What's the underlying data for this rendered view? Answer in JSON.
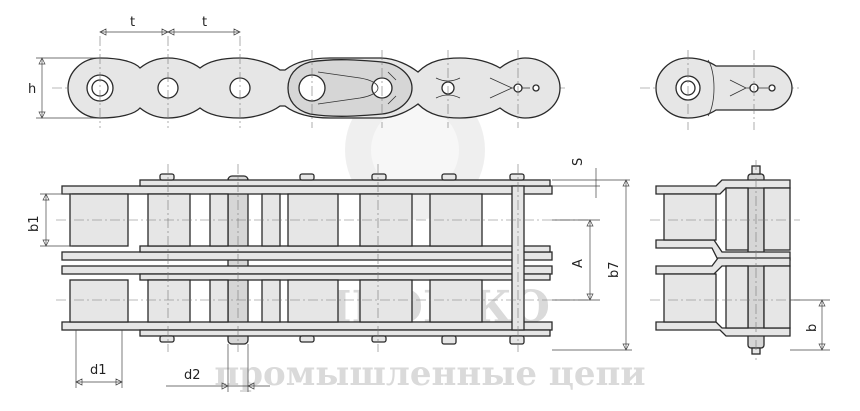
{
  "dimension_labels": {
    "pitch_1": "t",
    "pitch_2": "t",
    "plate_height": "h",
    "inner_width": "b1",
    "plate_thickness": "S",
    "row_spacing": "A",
    "total_width": "b7",
    "roller_diameter": "d1",
    "pin_diameter": "d2",
    "end_width": "b"
  },
  "watermark": {
    "brand": "ПРОМКО",
    "tagline": "промышленные цепи"
  },
  "colors": {
    "fill": "#e6e6e6",
    "stroke": "#2a2a2a",
    "watermark": "#bdbdbd"
  }
}
